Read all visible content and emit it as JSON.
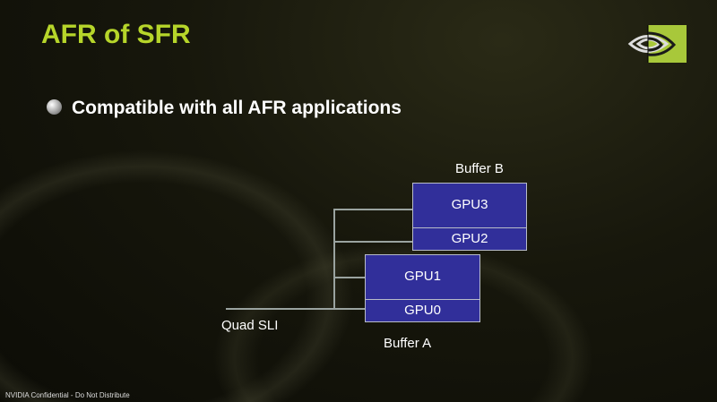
{
  "slide": {
    "title": "AFR of SFR",
    "bullet": "Compatible with all AFR applications",
    "footer": "NVIDIA Confidential - Do Not Distribute",
    "logo": "NVIDIA eye logo",
    "accent_color": "#b6d52a"
  },
  "diagram": {
    "root_label": "Quad SLI",
    "buffer_b": {
      "label": "Buffer B",
      "gpus": [
        "GPU3",
        "GPU2"
      ]
    },
    "buffer_a": {
      "label": "Buffer A",
      "gpus": [
        "GPU1",
        "GPU0"
      ]
    },
    "box_color": "#312f9a"
  }
}
